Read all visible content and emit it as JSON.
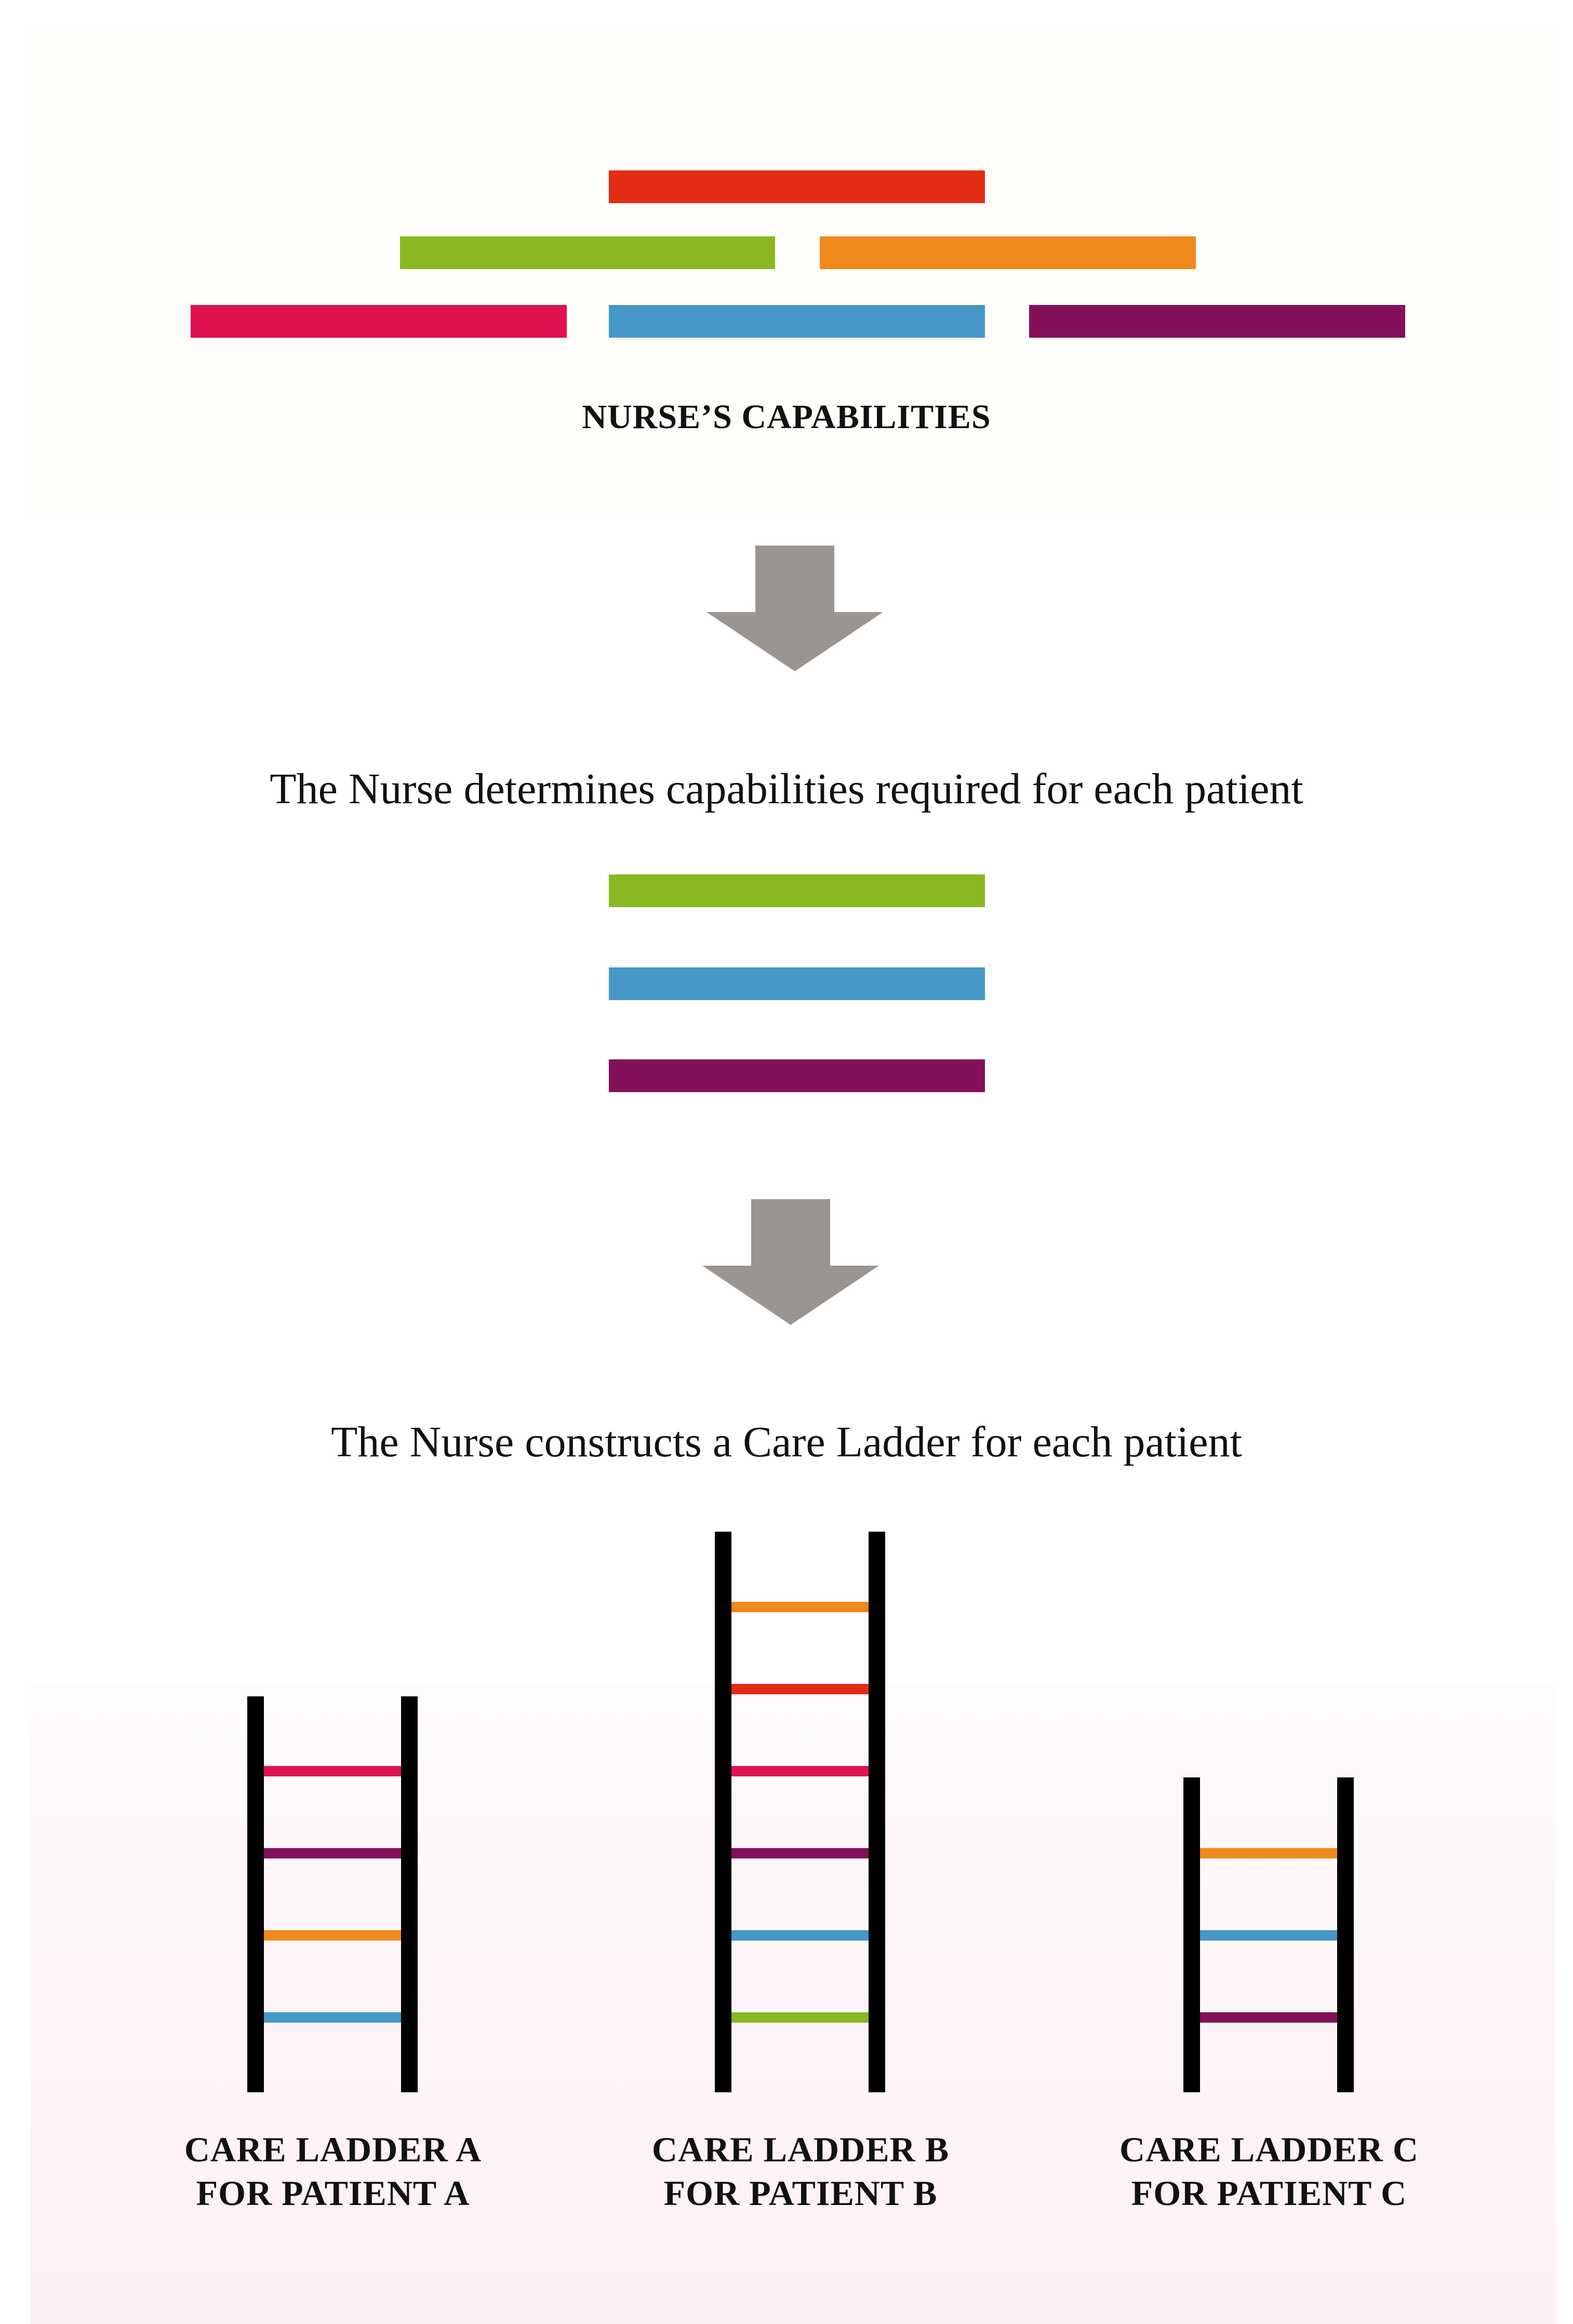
{
  "colors": {
    "red": "#e22d14",
    "green": "#8ab822",
    "orange": "#f0891c",
    "pink": "#e0114f",
    "blue": "#4697c8",
    "purple": "#84105a",
    "arrow": "#9a9590",
    "rail": "#000000"
  },
  "capabilities_heading": "NURSE’S CAPABILITIES",
  "step1_caption": "The Nurse determines capabilities required for each patient",
  "step2_caption": "The Nurse constructs a Care Ladder for each patient",
  "capability_bars": [
    {
      "color": "red"
    },
    {
      "color": "green"
    },
    {
      "color": "orange"
    },
    {
      "color": "pink"
    },
    {
      "color": "blue"
    },
    {
      "color": "purple"
    }
  ],
  "required_bars": [
    {
      "color": "green"
    },
    {
      "color": "blue"
    },
    {
      "color": "purple"
    }
  ],
  "ladders": [
    {
      "line1": "CARE LADDER A",
      "line2": "FOR PATIENT A",
      "rungs_top_to_bottom": [
        "pink",
        "purple",
        "orange",
        "blue"
      ]
    },
    {
      "line1": "CARE LADDER B",
      "line2": "FOR PATIENT B",
      "rungs_top_to_bottom": [
        "orange",
        "red",
        "pink",
        "purple",
        "blue",
        "green"
      ]
    },
    {
      "line1": "CARE LADDER C",
      "line2": "FOR PATIENT C",
      "rungs_top_to_bottom": [
        "orange",
        "blue",
        "purple"
      ]
    }
  ]
}
